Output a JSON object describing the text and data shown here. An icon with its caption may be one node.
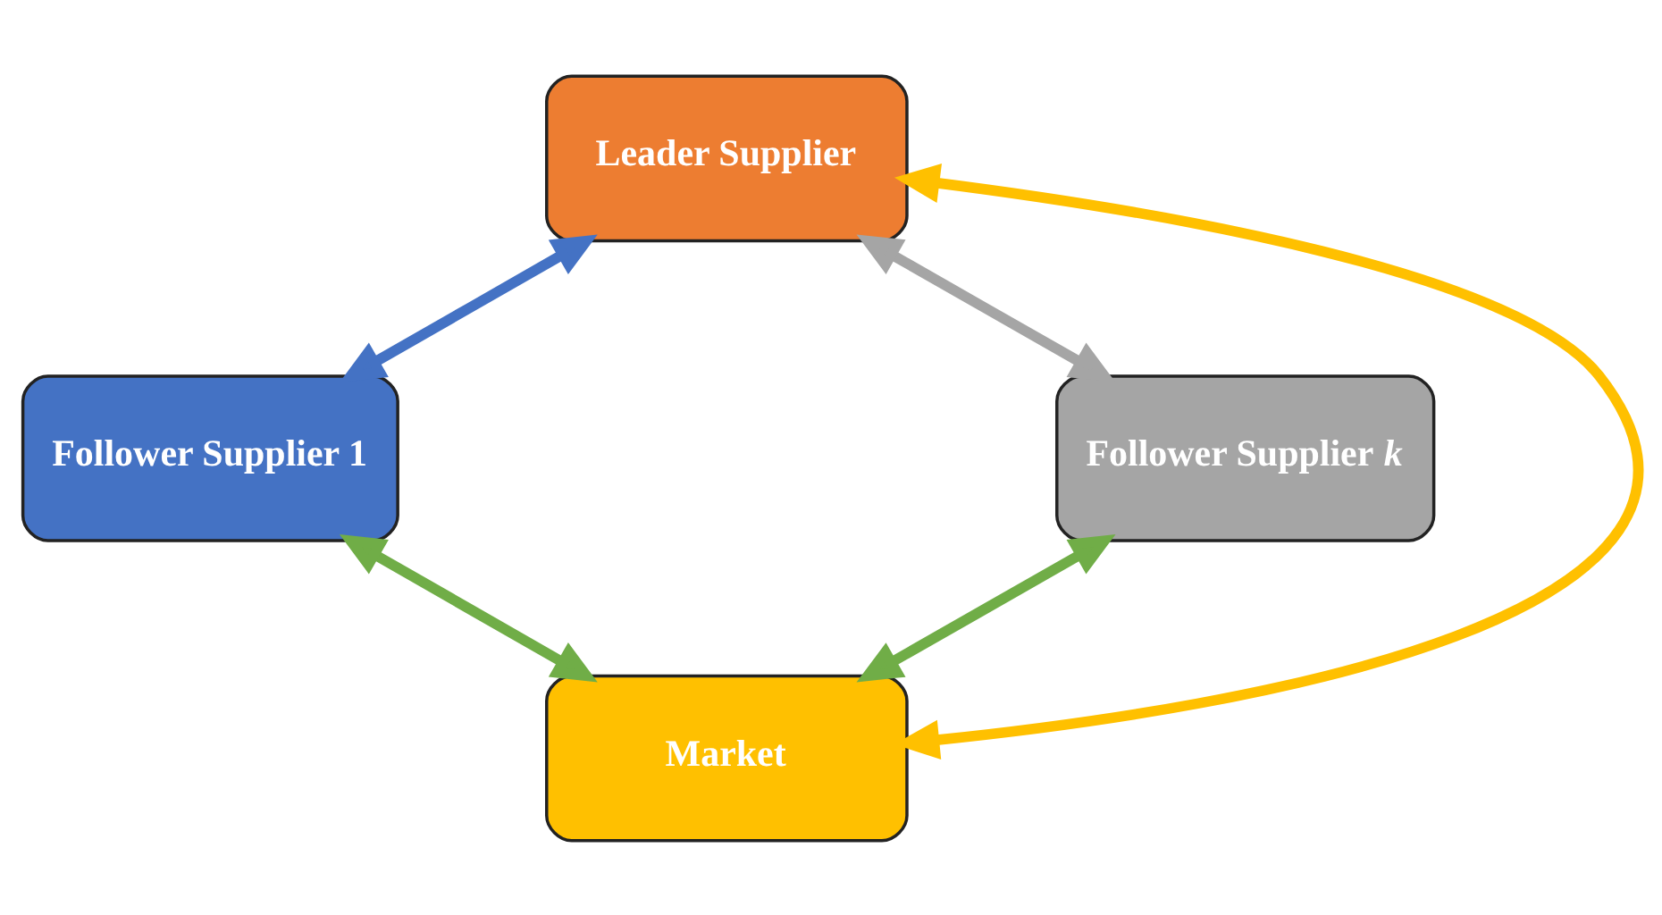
{
  "diagram": {
    "nodes": [
      {
        "text": [
          "Leader Supplier"
        ]
      },
      {
        "text": [
          "Follower Supplier 1"
        ]
      },
      {
        "text": [
          "Follower Supplier *k*"
        ]
      },
      {
        "text": [
          "Market"
        ]
      }
    ],
    "edges": [
      {
        "from": 0,
        "to": 1,
        "arrow": "both",
        "color": "#4472c4"
      },
      {
        "from": 0,
        "to": 2,
        "arrow": "both",
        "color": "#a5a5a5"
      },
      {
        "from": 0,
        "to": 3,
        "arrow": "both",
        "color": "#ffc000"
      },
      {
        "from": 1,
        "to": 3,
        "arrow": "both",
        "color": "#70ad47"
      },
      {
        "from": 2,
        "to": 3,
        "arrow": "both",
        "color": "#70ad47"
      }
    ]
  }
}
